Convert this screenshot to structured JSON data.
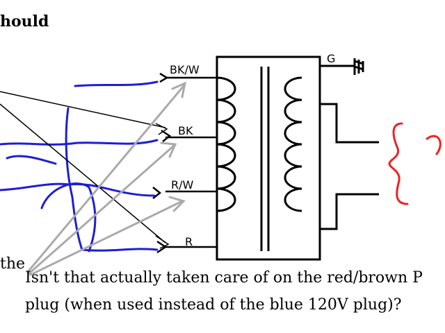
{
  "top_fragment": "hould",
  "side_fragment": "the",
  "note": {
    "line1": "Isn't that actually taken care of on the red/brown P",
    "line2": "plug (when used instead of the blue 120V plug)?"
  },
  "terminals": [
    "BK/W",
    "BK",
    "R/W",
    "R"
  ],
  "ground_label": "G",
  "colors": {
    "wire": "#1d1dd6",
    "arrow": "#aaaaaa",
    "line": "#000000",
    "annotation": "#ee2222"
  }
}
